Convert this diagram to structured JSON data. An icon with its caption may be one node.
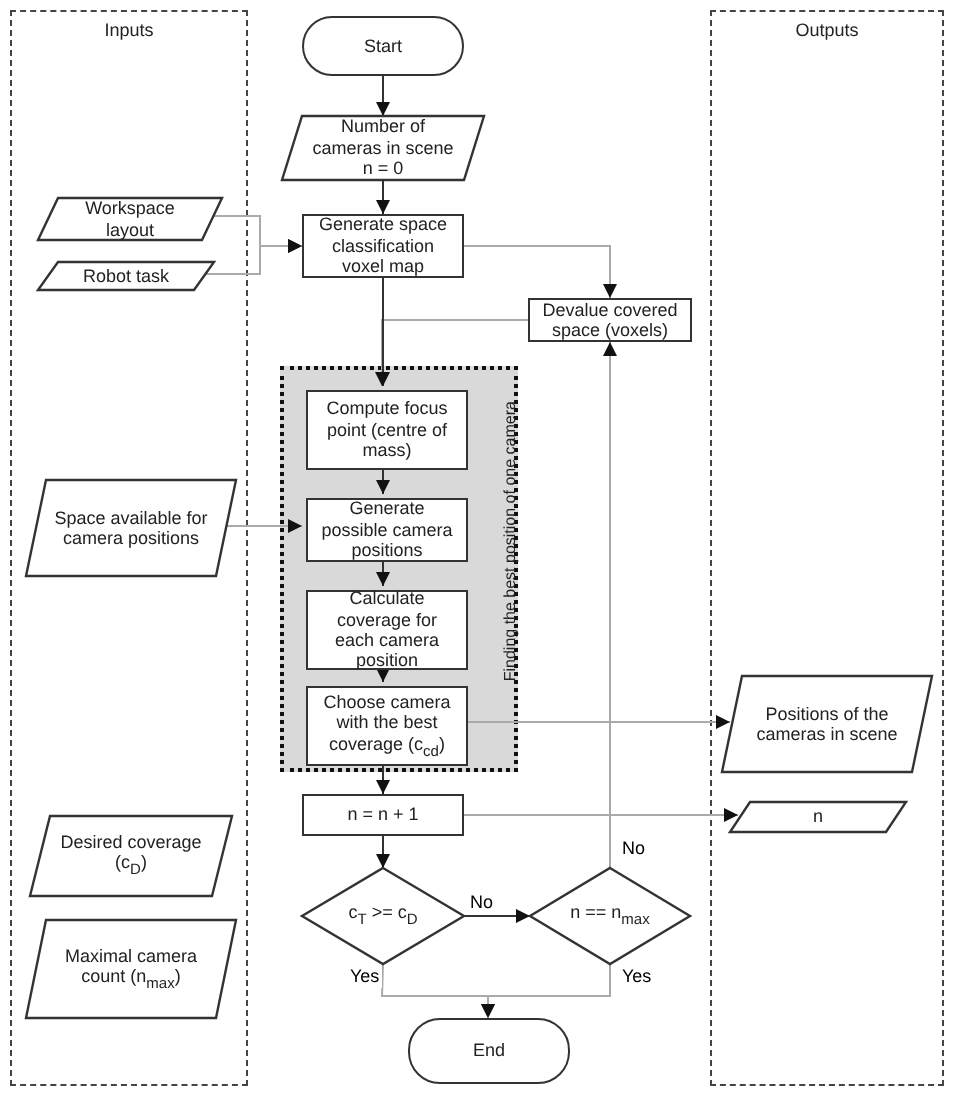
{
  "diagram": {
    "nodes": [
      {
        "text": [
          "Inputs"
        ]
      },
      {
        "text": [
          "Outputs"
        ]
      },
      {
        "text": [
          "Start"
        ]
      },
      {
        "text": [
          "Number of cameras in scene n = 0"
        ]
      },
      {
        "text": [
          "Workspace layout"
        ],
        "in": 0
      },
      {
        "text": [
          "Robot task"
        ],
        "in": 0
      },
      {
        "text": [
          "Generate space classification voxel map"
        ]
      },
      {
        "text": [
          "Devalue covered space (voxels)"
        ]
      },
      {
        "text": [
          "Finding the best position of one camera"
        ]
      },
      {
        "text": [
          "Compute focus point (centre of mass)"
        ],
        "in": 8
      },
      {
        "text": [
          "Space available for camera positions"
        ],
        "in": 0
      },
      {
        "text": [
          "Generate possible camera positions"
        ],
        "in": 8
      },
      {
        "text": [
          "Calculate coverage for each camera position"
        ],
        "in": 8
      },
      {
        "text": [
          "Choose camera with the best coverage (c$_{cd}$)"
        ],
        "in": 8
      },
      {
        "text": [
          "Positions of the cameras in scene"
        ],
        "in": 1
      },
      {
        "text": [
          "n = n + 1"
        ]
      },
      {
        "text": [
          "n"
        ],
        "in": 1
      },
      {
        "text": [
          "Desired coverage (c$_{D}$)"
        ],
        "in": 0
      },
      {
        "text": [
          "Maximal camera count (n$_{max}$)"
        ],
        "in": 0
      },
      {
        "text": [
          "c$_{T}$ >= c$_{D}$"
        ]
      },
      {
        "text": [
          "n == n$_{max}$"
        ]
      },
      {
        "text": [
          "End"
        ]
      }
    ],
    "edges": [
      {
        "from": 2,
        "to": 3,
        "arrow": "to",
        "color": "#333333"
      },
      {
        "from": 3,
        "to": 6,
        "arrow": "to",
        "color": "#333333"
      },
      {
        "from": 4,
        "to": 6,
        "arrow": "to"
      },
      {
        "from": 5,
        "to": 6,
        "arrow": "to"
      },
      {
        "from": 6,
        "to": 7,
        "arrow": "to"
      },
      {
        "from": 7,
        "to": 9,
        "arrow": "to"
      },
      {
        "from": 6,
        "to": 9,
        "arrow": "to",
        "color": "#333333"
      },
      {
        "from": 9,
        "to": 11,
        "arrow": "to",
        "color": "#333333"
      },
      {
        "from": 11,
        "to": 12,
        "arrow": "to",
        "color": "#333333"
      },
      {
        "from": 12,
        "to": 13,
        "arrow": "to",
        "color": "#333333"
      },
      {
        "from": 10,
        "to": 11,
        "arrow": "to"
      },
      {
        "from": 13,
        "to": 14,
        "arrow": "to"
      },
      {
        "from": 13,
        "to": 15,
        "arrow": "to",
        "color": "#333333"
      },
      {
        "from": 15,
        "to": 16,
        "arrow": "to"
      },
      {
        "from": 15,
        "to": 19,
        "arrow": "to",
        "color": "#333333"
      },
      {
        "from": 19,
        "to": 20,
        "arrow": "to",
        "label": "No",
        "color": "#333333"
      },
      {
        "from": 20,
        "to": 7,
        "arrow": "to",
        "label": "No"
      },
      {
        "from": 19,
        "to": 21,
        "arrow": "to",
        "label": "Yes"
      },
      {
        "from": 20,
        "to": 21,
        "arrow": "to",
        "label": "Yes"
      }
    ]
  }
}
